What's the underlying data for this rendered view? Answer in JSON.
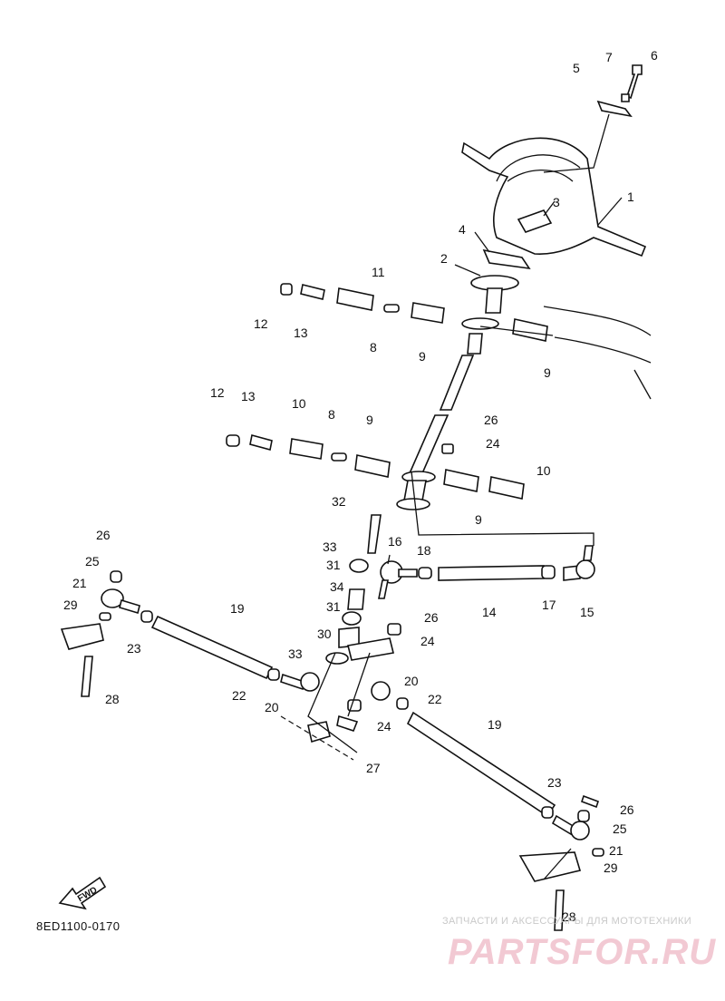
{
  "diagram": {
    "drawing_code": "8ED1100-0170",
    "fwd_label": "FWD",
    "watermark_caption": "ЗАПЧАСТИ И АКСЕССУАРЫ ДЛЯ МОТОТЕХНИКИ",
    "watermark_logo": "PARTSFOR.RU"
  },
  "callouts": [
    {
      "id": "c1",
      "text": "1"
    },
    {
      "id": "c2",
      "text": "2"
    },
    {
      "id": "c3",
      "text": "3"
    },
    {
      "id": "c4",
      "text": "4"
    },
    {
      "id": "c5",
      "text": "5"
    },
    {
      "id": "c6",
      "text": "6"
    },
    {
      "id": "c7",
      "text": "7"
    },
    {
      "id": "c8a",
      "text": "8"
    },
    {
      "id": "c8b",
      "text": "8"
    },
    {
      "id": "c9a",
      "text": "9"
    },
    {
      "id": "c9b",
      "text": "9"
    },
    {
      "id": "c9c",
      "text": "9"
    },
    {
      "id": "c9d",
      "text": "9"
    },
    {
      "id": "c10a",
      "text": "10"
    },
    {
      "id": "c10b",
      "text": "10"
    },
    {
      "id": "c11",
      "text": "11"
    },
    {
      "id": "c12a",
      "text": "12"
    },
    {
      "id": "c12b",
      "text": "12"
    },
    {
      "id": "c13a",
      "text": "13"
    },
    {
      "id": "c13b",
      "text": "13"
    },
    {
      "id": "c14",
      "text": "14"
    },
    {
      "id": "c15",
      "text": "15"
    },
    {
      "id": "c16",
      "text": "16"
    },
    {
      "id": "c17",
      "text": "17"
    },
    {
      "id": "c18",
      "text": "18"
    },
    {
      "id": "c19a",
      "text": "19"
    },
    {
      "id": "c19b",
      "text": "19"
    },
    {
      "id": "c20a",
      "text": "20"
    },
    {
      "id": "c20b",
      "text": "20"
    },
    {
      "id": "c21a",
      "text": "21"
    },
    {
      "id": "c21b",
      "text": "21"
    },
    {
      "id": "c22a",
      "text": "22"
    },
    {
      "id": "c22b",
      "text": "22"
    },
    {
      "id": "c23a",
      "text": "23"
    },
    {
      "id": "c23b",
      "text": "23"
    },
    {
      "id": "c24a",
      "text": "24"
    },
    {
      "id": "c24b",
      "text": "24"
    },
    {
      "id": "c24c",
      "text": "24"
    },
    {
      "id": "c25a",
      "text": "25"
    },
    {
      "id": "c25b",
      "text": "25"
    },
    {
      "id": "c26a",
      "text": "26"
    },
    {
      "id": "c26b",
      "text": "26"
    },
    {
      "id": "c26c",
      "text": "26"
    },
    {
      "id": "c26d",
      "text": "26"
    },
    {
      "id": "c27",
      "text": "27"
    },
    {
      "id": "c28a",
      "text": "28"
    },
    {
      "id": "c28b",
      "text": "28"
    },
    {
      "id": "c29a",
      "text": "29"
    },
    {
      "id": "c29b",
      "text": "29"
    },
    {
      "id": "c30",
      "text": "30"
    },
    {
      "id": "c31a",
      "text": "31"
    },
    {
      "id": "c31b",
      "text": "31"
    },
    {
      "id": "c32",
      "text": "32"
    },
    {
      "id": "c33a",
      "text": "33"
    },
    {
      "id": "c33b",
      "text": "33"
    },
    {
      "id": "c34",
      "text": "34"
    }
  ]
}
